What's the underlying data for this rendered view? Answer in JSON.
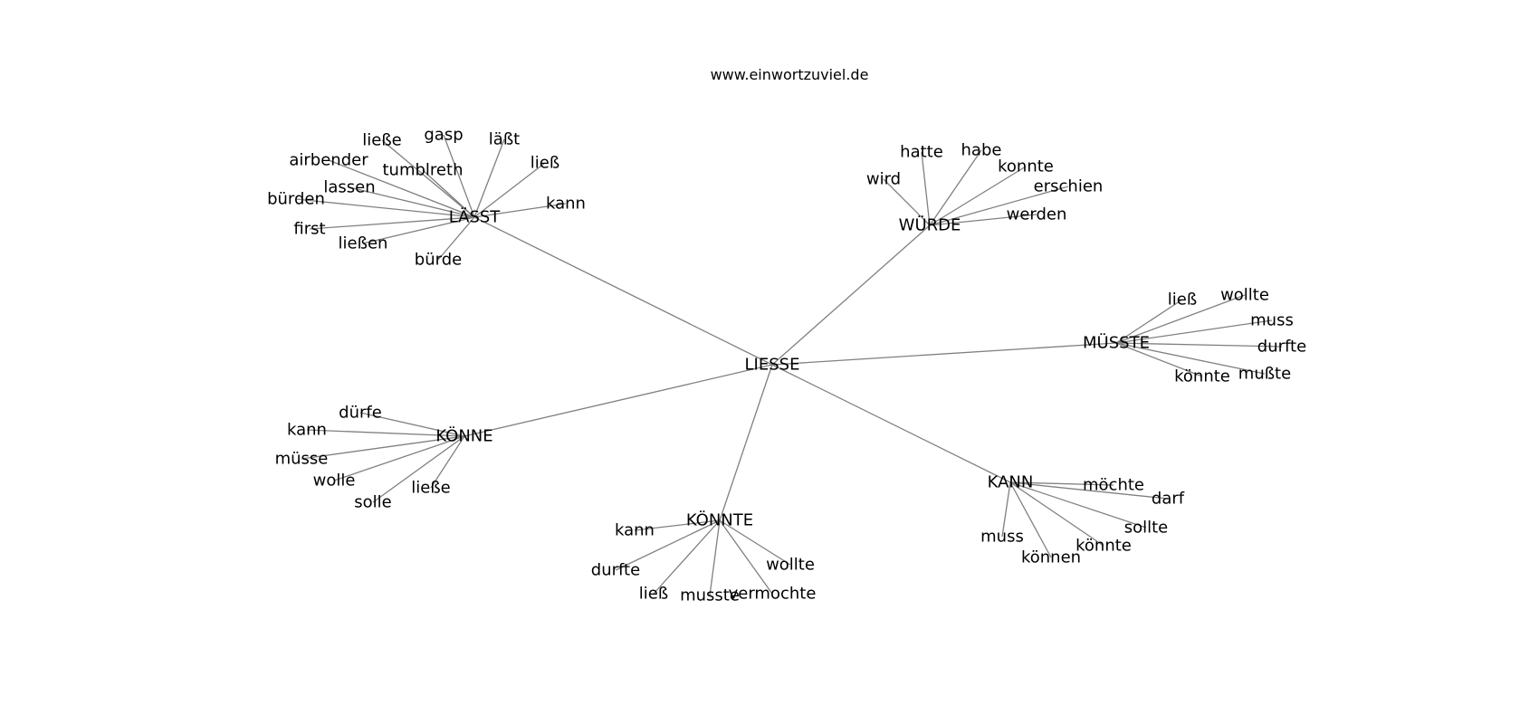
{
  "header": {
    "site": "www.einwortzuviel.de"
  },
  "graph": {
    "center": "LIESSE",
    "clusters": [
      {
        "hub": "LÄSST",
        "words": [
          "ließe",
          "gasp",
          "läßt",
          "ließ",
          "airbender",
          "tumblreth",
          "lassen",
          "bürden",
          "kann",
          "first",
          "ließen",
          "bürde"
        ]
      },
      {
        "hub": "WÜRDE",
        "words": [
          "hatte",
          "habe",
          "konnte",
          "wird",
          "erschien",
          "werden"
        ]
      },
      {
        "hub": "MÜSSTE",
        "words": [
          "ließ",
          "wollte",
          "muss",
          "durfte",
          "könnte",
          "mußte"
        ]
      },
      {
        "hub": "KÖNNE",
        "words": [
          "dürfe",
          "kann",
          "müsse",
          "wolle",
          "solle",
          "ließe"
        ]
      },
      {
        "hub": "KÖNNTE",
        "words": [
          "kann",
          "durfte",
          "wollte",
          "ließ",
          "musste",
          "vermochte"
        ]
      },
      {
        "hub": "KANN",
        "words": [
          "möchte",
          "darf",
          "sollte",
          "muss",
          "könnte",
          "können"
        ]
      }
    ]
  }
}
